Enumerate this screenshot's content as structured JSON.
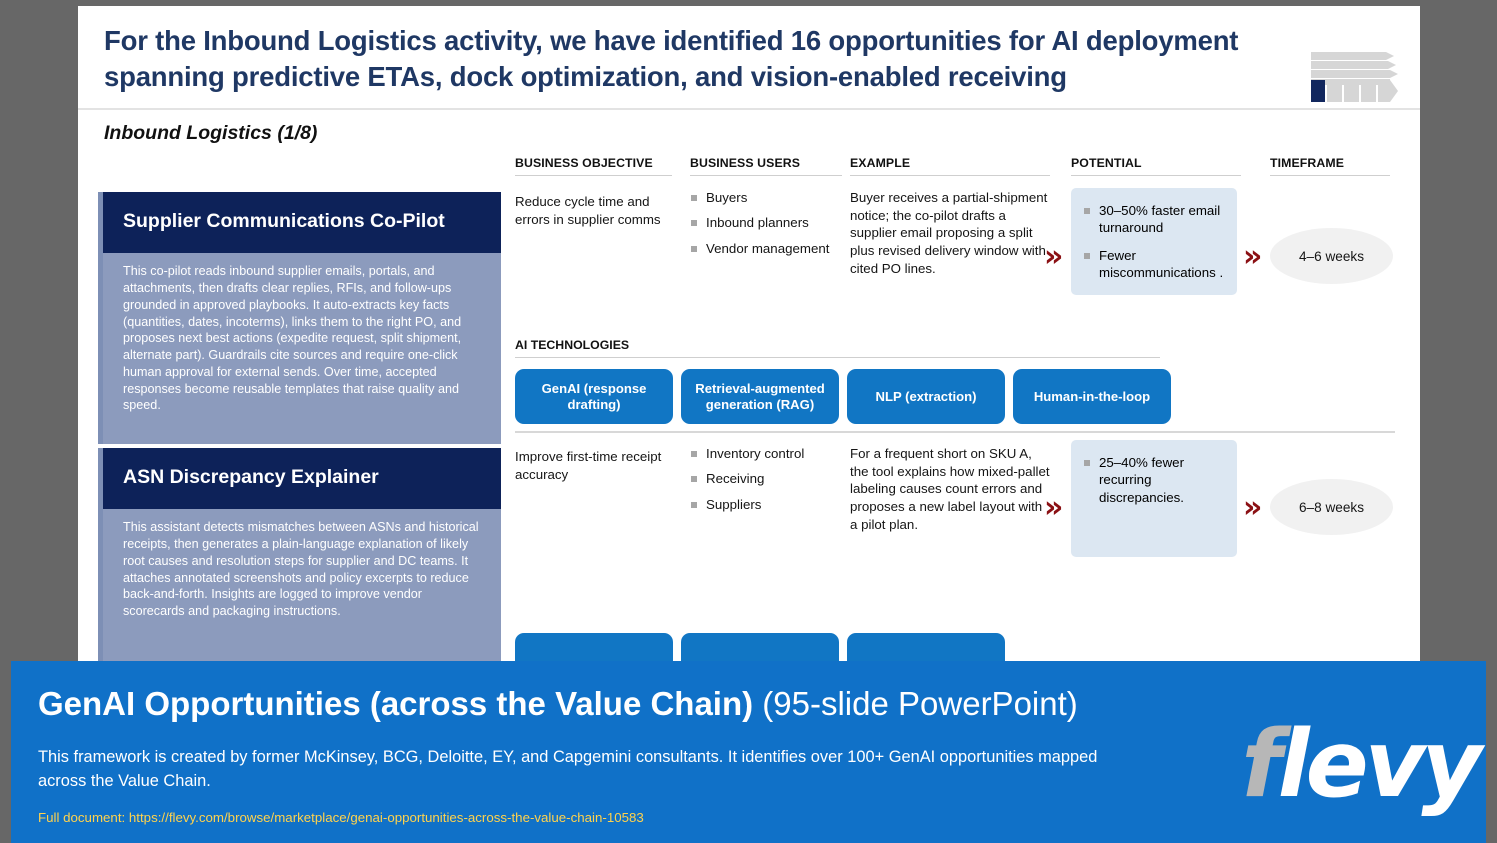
{
  "slide": {
    "title": "For the Inbound Logistics activity, we have identified 16 opportunities for AI deployment spanning predictive ETAs, dock optimization, and vision-enabled receiving",
    "subtitle": "Inbound Logistics (1/8)",
    "logo_icon": "value-chain-icon",
    "accent_navy": "#1f3864",
    "accent_blue": "#1176c4",
    "chevron_color": "#8b1014"
  },
  "columns": {
    "objective": "BUSINESS OBJECTIVE",
    "users": "BUSINESS USERS",
    "example": "EXAMPLE",
    "potential": "POTENTIAL",
    "timeframe": "TIMEFRAME",
    "ai_technologies": "AI TECHNOLOGIES"
  },
  "chevron_glyph": "»",
  "opportunities": [
    {
      "title": "Supplier Communications Co-Pilot",
      "description": "This co-pilot reads inbound supplier emails, portals, and attachments, then drafts clear replies, RFIs, and follow-ups grounded in approved playbooks. It auto-extracts key facts (quantities, dates, incoterms), links them to the right PO, and proposes next best actions (expedite request, split shipment, alternate part). Guardrails cite sources and require one-click human approval for external sends. Over time, accepted responses become reusable templates that raise quality and speed.",
      "objective": "Reduce cycle time and errors in supplier comms",
      "users": [
        "Buyers",
        "Inbound planners",
        "Vendor management"
      ],
      "example": "Buyer receives a partial-shipment notice; the co-pilot drafts a supplier email proposing a split plus revised delivery window with cited PO lines.",
      "potential": [
        "30–50% faster email turnaround",
        "Fewer miscommunications ."
      ],
      "timeframe": "4–6 weeks",
      "technologies": [
        "GenAI (response drafting)",
        "Retrieval-augmented generation (RAG)",
        "NLP (extraction)",
        "Human-in-the-loop"
      ]
    },
    {
      "title": "ASN Discrepancy Explainer",
      "description": "This assistant detects mismatches between ASNs and historical receipts, then generates a plain-language explanation of likely root causes and resolution steps for supplier and DC teams. It attaches annotated screenshots and policy excerpts to reduce back-and-forth. Insights are logged to improve vendor scorecards and packaging instructions.",
      "objective": "Improve first-time receipt accuracy",
      "users": [
        "Inventory control",
        "Receiving",
        "Suppliers"
      ],
      "example": "For a frequent short on SKU A, the tool explains how mixed-pallet labeling causes count errors and proposes a new label layout with a pilot plan.",
      "potential": [
        "25–40% fewer recurring discrepancies."
      ],
      "timeframe": "6–8 weeks",
      "technologies": [
        "",
        "",
        ""
      ]
    }
  ],
  "banner": {
    "title_bold": "GenAI Opportunities (across the Value Chain)",
    "title_light": " (95-slide PowerPoint)",
    "description": "This framework is created by former McKinsey, BCG, Deloitte, EY, and Capgemini consultants. It identifies over 100+ GenAI opportunities mapped across the Value Chain.",
    "link_label": "Full document: https://flevy.com/browse/marketplace/genai-opportunities-across-the-value-chain-10583",
    "logo_f": "f",
    "logo_rest": "levy",
    "background": "#1071c8",
    "link_color": "#ffd24d"
  }
}
